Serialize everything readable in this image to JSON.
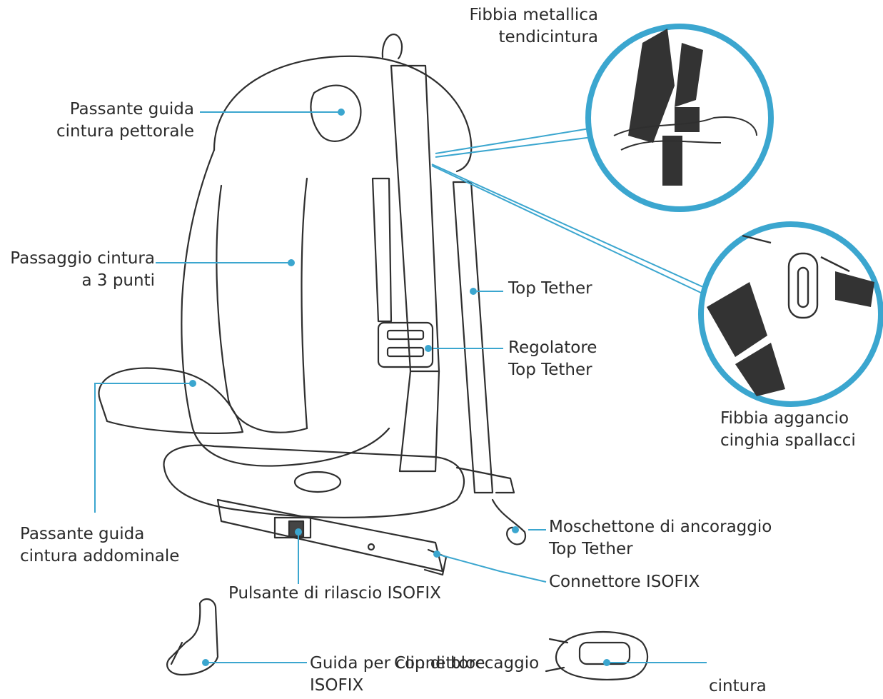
{
  "labels": {
    "fibbia_metallica": [
      "Fibbia metallica",
      "tendicintura"
    ],
    "passante_pettorale": [
      "Passante guida",
      "cintura pettorale"
    ],
    "passaggio_3punti": [
      "Passaggio cintura",
      "a 3 punti"
    ],
    "top_tether": [
      "Top Tether"
    ],
    "regolatore": [
      "Regolatore",
      "Top Tether"
    ],
    "fibbia_aggancio": [
      "Fibbia aggancio",
      "cinghia spallacci"
    ],
    "passante_addominale": [
      "Passante guida",
      "cintura addominale"
    ],
    "moschettone": [
      "Moschettone di ancoraggio",
      "Top Tether"
    ],
    "connettore": [
      "Connettore ISOFIX"
    ],
    "pulsante": [
      "Pulsante di rilascio ISOFIX"
    ],
    "guida": [
      "Guida per connettore",
      "ISOFIX"
    ],
    "clip": [
      "Clip di bloccaggio"
    ],
    "cintura": [
      "cintura"
    ]
  },
  "colors": {
    "leader": "#3ba6cf",
    "outline": "#2f2f2f",
    "dark_fill": "#333333"
  }
}
